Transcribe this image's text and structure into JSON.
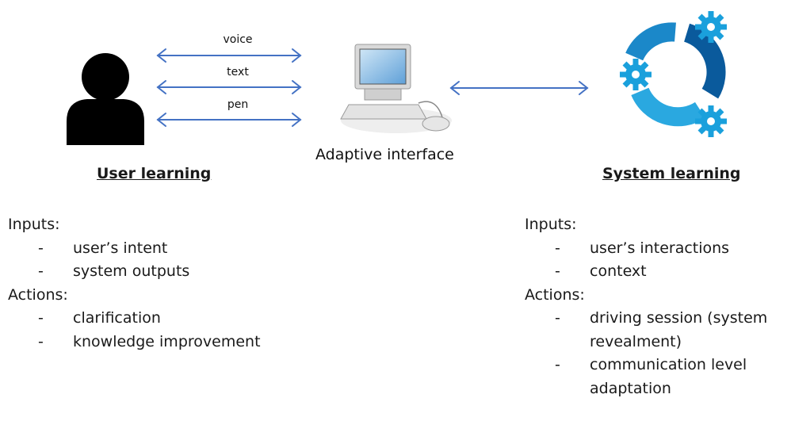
{
  "channels": [
    "voice",
    "text",
    "pen"
  ],
  "interface_label": "Adaptive interface",
  "user": {
    "title": "User learning",
    "inputs_label": "Inputs:",
    "inputs": [
      "user’s intent",
      "system outputs"
    ],
    "actions_label": "Actions:",
    "actions": [
      "clarification",
      "knowledge improvement"
    ]
  },
  "system": {
    "title": "System learning",
    "inputs_label": "Inputs:",
    "inputs": [
      "user’s interactions",
      "context"
    ],
    "actions_label": "Actions:",
    "actions": [
      "driving session (system",
      "revealment)",
      "communication level",
      "adaptation"
    ]
  },
  "colors": {
    "arrow": "#4472c4",
    "user_icon": "#000000",
    "gear_blue": "#00a3e0",
    "ring_dark": "#0077b6",
    "ring_light": "#2aa8e0"
  },
  "icons": [
    "user-icon",
    "computer-icon",
    "system-gear-icon"
  ]
}
